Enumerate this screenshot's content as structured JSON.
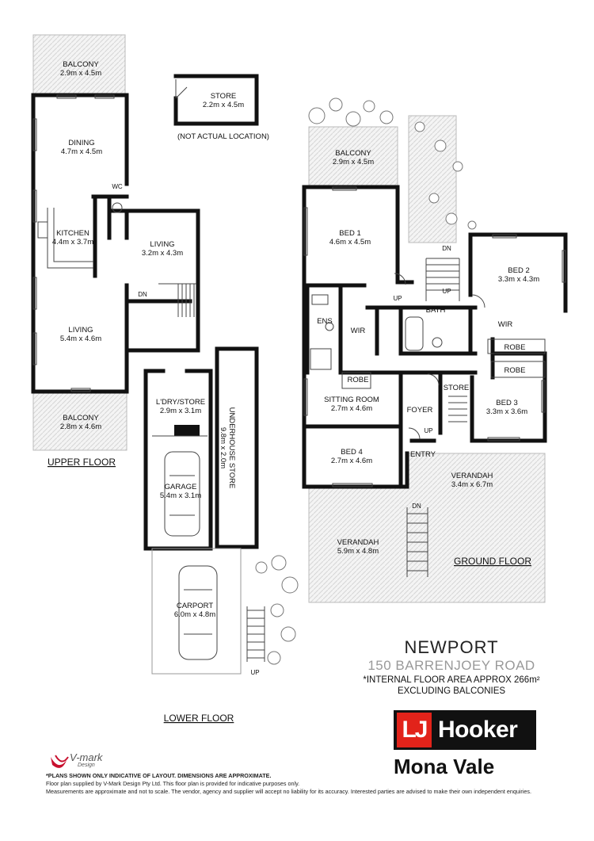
{
  "floor_labels": {
    "upper": "UPPER FLOOR",
    "lower": "LOWER FLOOR",
    "ground": "GROUND FLOOR"
  },
  "rooms": {
    "upper_balcony_top": {
      "name": "BALCONY",
      "dim": "2.9m x 4.5m"
    },
    "dining": {
      "name": "DINING",
      "dim": "4.7m x 4.5m"
    },
    "wc": {
      "name": "WC"
    },
    "kitchen": {
      "name": "KITCHEN",
      "dim": "4.4m x 3.7m"
    },
    "living_upper_right": {
      "name": "LIVING",
      "dim": "3.2m x 4.3m"
    },
    "living_upper_left": {
      "name": "LIVING",
      "dim": "5.4m x 4.6m"
    },
    "upper_balcony_bottom": {
      "name": "BALCONY",
      "dim": "2.8m x 4.6m"
    },
    "store_detached": {
      "name": "STORE",
      "dim": "2.2m x 4.5m",
      "note": "(NOT ACTUAL LOCATION)"
    },
    "ldry_store": {
      "name": "L'DRY/STORE",
      "dim": "2.9m x 3.1m"
    },
    "garage": {
      "name": "GARAGE",
      "dim": "5.4m x 3.1m"
    },
    "underhouse_store": {
      "name": "UNDERHOUSE STORE",
      "dim": "9.8m x 2.0m"
    },
    "carport": {
      "name": "CARPORT",
      "dim": "6.0m x 4.8m"
    },
    "ground_balcony": {
      "name": "BALCONY",
      "dim": "2.9m x 4.5m"
    },
    "bed1": {
      "name": "BED 1",
      "dim": "4.6m x 4.5m"
    },
    "bed2": {
      "name": "BED 2",
      "dim": "3.3m x 4.3m"
    },
    "ens": {
      "name": "ENS"
    },
    "wir_left": {
      "name": "WIR"
    },
    "wir_right": {
      "name": "WIR"
    },
    "bath": {
      "name": "BATH"
    },
    "robe_left": {
      "name": "ROBE"
    },
    "robe_right_top": {
      "name": "ROBE"
    },
    "robe_right_bottom": {
      "name": "ROBE"
    },
    "sitting": {
      "name": "SITTING ROOM",
      "dim": "2.7m x 4.6m"
    },
    "foyer": {
      "name": "FOYER"
    },
    "store_ground": {
      "name": "STORE"
    },
    "bed3": {
      "name": "BED 3",
      "dim": "3.3m x 3.6m"
    },
    "bed4": {
      "name": "BED 4",
      "dim": "2.7m x 4.6m"
    },
    "entry": {
      "name": "ENTRY"
    },
    "verandah_right": {
      "name": "VERANDAH",
      "dim": "3.4m x 6.7m"
    },
    "verandah_left": {
      "name": "VERANDAH",
      "dim": "5.9m x 4.8m"
    }
  },
  "stair_marks": {
    "upper_dn": "DN",
    "ground_dn_top": "DN",
    "ground_up_top": "UP",
    "ground_up_left": "UP",
    "foyer_up": "UP",
    "verandah_dn": "DN",
    "carport_up": "UP"
  },
  "title": {
    "suburb": "NEWPORT",
    "address": "150 BARRENJOEY ROAD",
    "area": "*INTERNAL FLOOR AREA APPROX 266m²",
    "excluding": "EXCLUDING BALCONIES"
  },
  "brand": {
    "lj": "LJ",
    "name": "Hooker",
    "office": "Mona Vale",
    "accent": "#e2231a",
    "supplier_logo": "V-mark",
    "supplier_sub": "Design"
  },
  "disclaimer": {
    "line1": "*PLANS SHOWN ONLY INDICATIVE OF LAYOUT. DIMENSIONS ARE APPROXIMATE.",
    "line2": "Floor plan supplied by V-Mark Design Pty Ltd. This floor plan is provided for indicative purposes only.",
    "line3": "Measurements are approximate and not to scale. The vendor, agency and supplier will accept no liability for its accuracy. Interested parties are advised to make their own independent enquiries."
  }
}
